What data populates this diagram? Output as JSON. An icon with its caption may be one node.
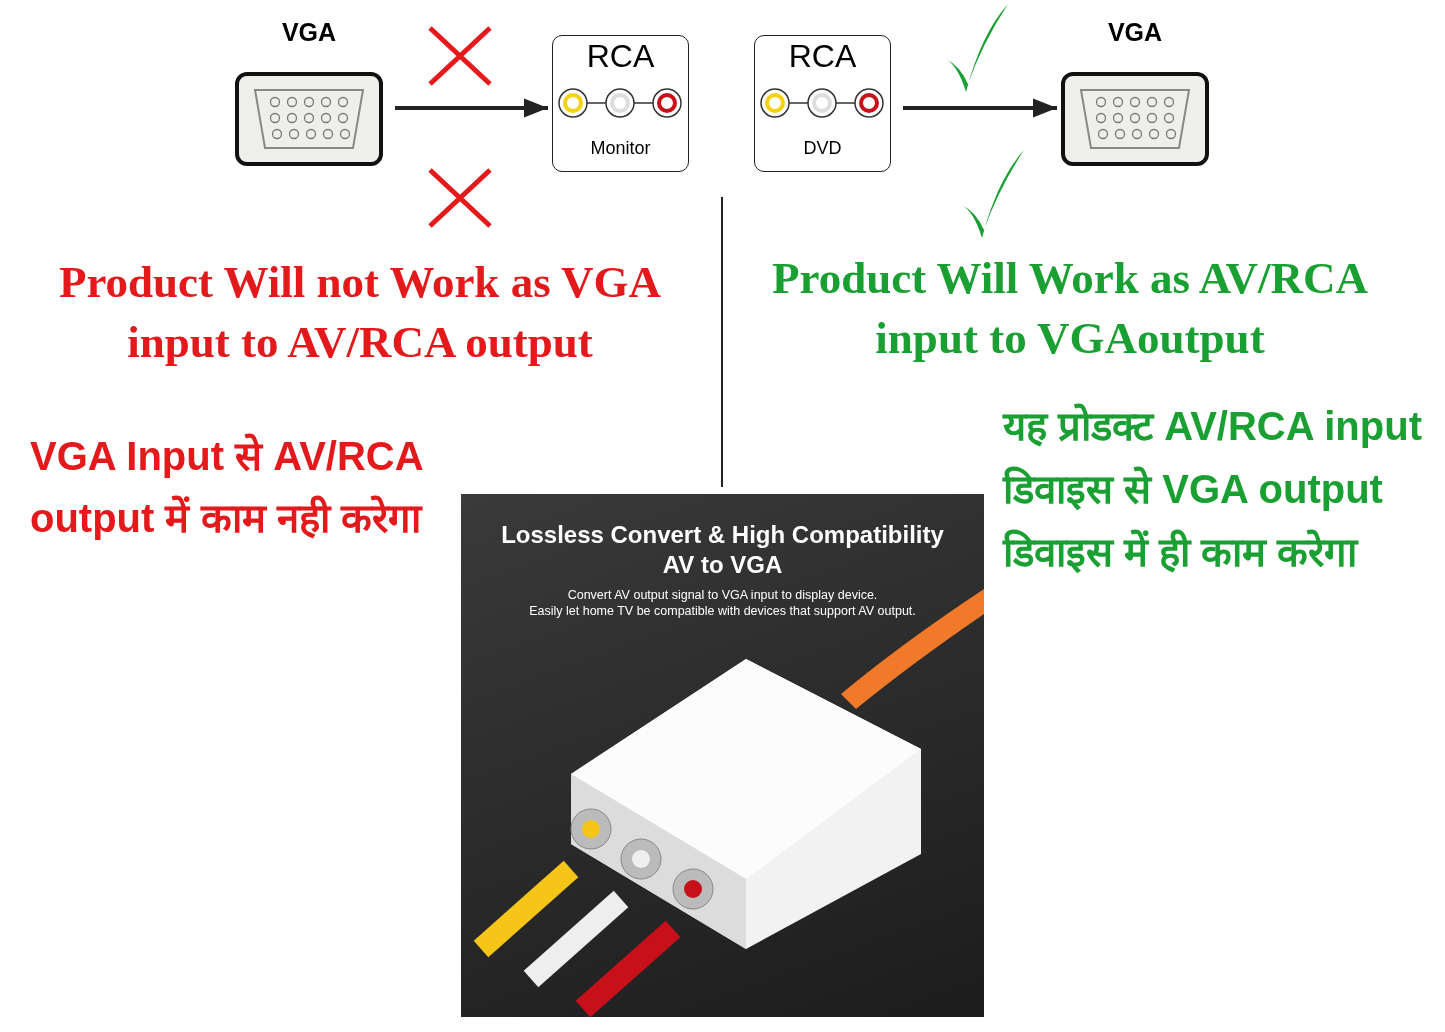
{
  "diagram": {
    "nodes": [
      {
        "text": [
          "VGA"
        ]
      },
      {
        "text": [
          "RCA",
          "Monitor"
        ]
      },
      {
        "text": [
          "RCA",
          "DVD"
        ]
      },
      {
        "text": [
          "VGA"
        ]
      }
    ],
    "edges": [
      {
        "from": 0,
        "to": 1,
        "arrow": "to"
      },
      {
        "from": 2,
        "to": 3,
        "arrow": "to"
      }
    ],
    "labels": [
      "Product Will not Work as VGA input to AV/RCA output",
      "Product Will Work as AV/RCA input to VGAoutput",
      "VGA Input से AV/RCA output में काम नही करेगा",
      "यह प्रोडक्ट AV/RCA input डिवाइस से VGA output डिवाइस में ही काम करेगा",
      "Lossless Convert & High Compatibility AV to VGA",
      "Convert AV output signal to VGA input to display device.",
      "Easily let home TV be compatible with devices that support AV output."
    ]
  }
}
